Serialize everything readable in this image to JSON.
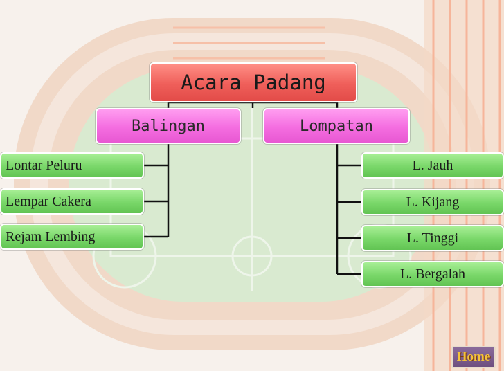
{
  "diagram": {
    "root": "Acara Padang",
    "categories": [
      {
        "label": "Balingan",
        "items": [
          "Lontar Peluru",
          "Lempar Cakera",
          "Rejam Lembing"
        ]
      },
      {
        "label": "Lompatan",
        "items": [
          "L. Jauh",
          "L. Kijang",
          "L. Tinggi",
          "L. Bergalah"
        ]
      }
    ]
  },
  "nav": {
    "home_label": "Home"
  },
  "colors": {
    "root": "#ef5f5a",
    "category": "#f46de0",
    "leaf": "#79d769",
    "connector": "#111111",
    "background": "#f7f1ec"
  }
}
